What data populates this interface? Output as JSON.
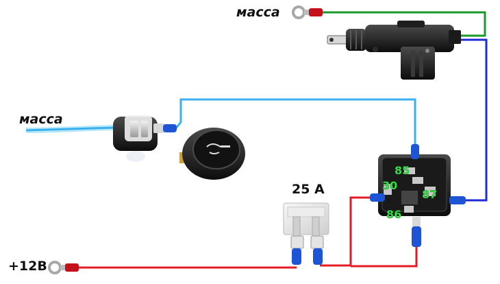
{
  "labels": {
    "ground_top": "масса",
    "ground_left": "масса",
    "fuse_rating": "25 А",
    "power_plus": "+12В"
  },
  "relay": {
    "pin_85": "85",
    "pin_30": "30",
    "pin_87": "87",
    "pin_86": "86"
  },
  "colors": {
    "wire_green": "#1a9a2a",
    "wire_blue": "#1f2bd6",
    "wire_light_blue": "#3ab0ee",
    "wire_red": "#e51b24",
    "relay_label": "#39e34a"
  },
  "icons": {
    "actuator": "door-lock-actuator-icon",
    "switch": "push-button-switch-icon",
    "relay": "relay-icon",
    "fuse": "blade-fuse-icon"
  }
}
